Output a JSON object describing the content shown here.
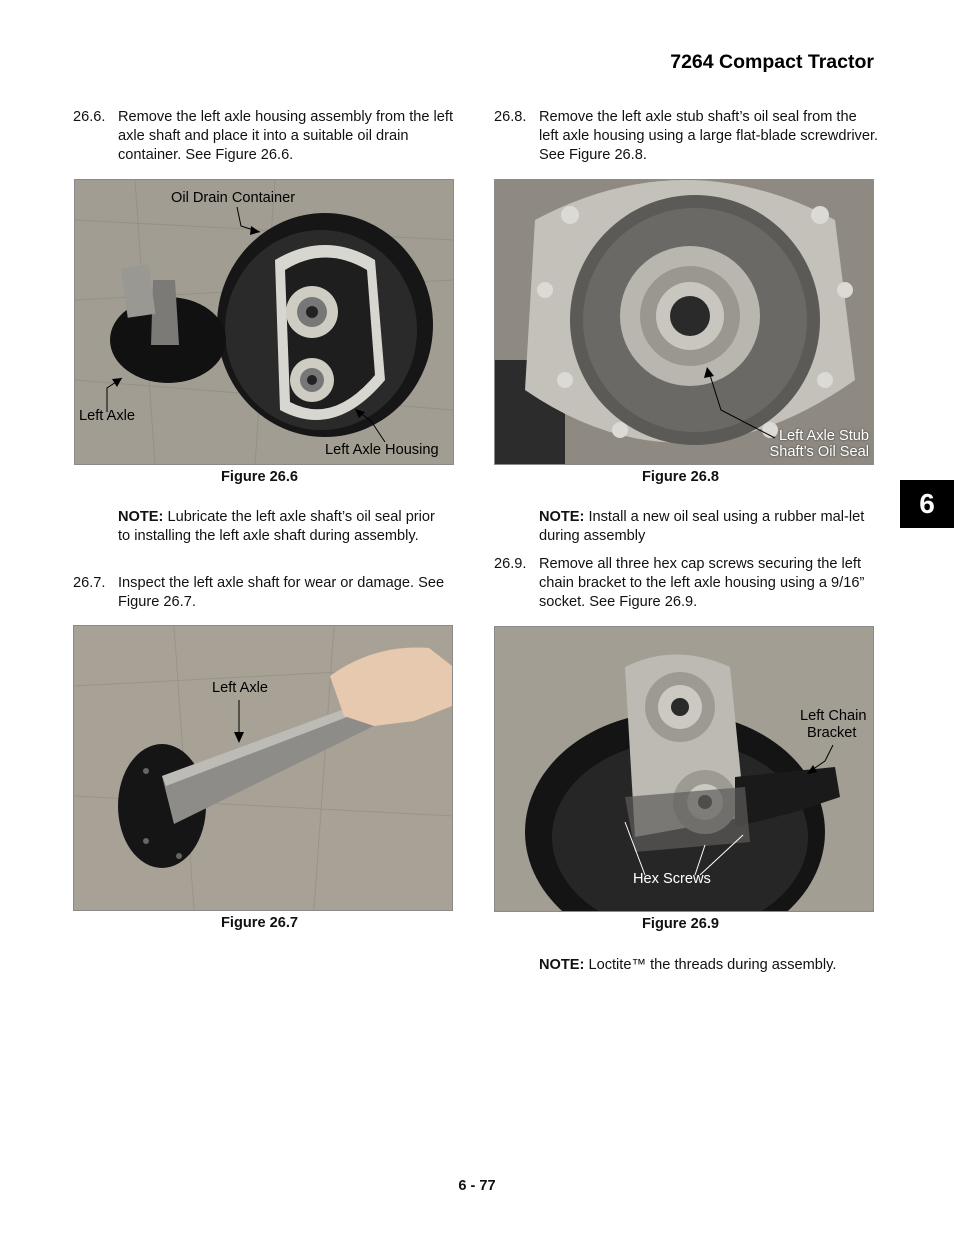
{
  "header": {
    "title": "7264 Compact Tractor"
  },
  "left_column": {
    "step_26_6": {
      "num": "26.6.",
      "text": "Remove the left axle housing assembly from the left axle shaft and place it into a suitable oil drain container. See Figure 26.6."
    },
    "figure_26_6": {
      "caption": "Figure 26.6",
      "labels": {
        "oil_drain": "Oil Drain Container",
        "left_axle": "Left Axle",
        "left_axle_housing": "Left Axle Housing"
      }
    },
    "note_1": {
      "label": "NOTE:",
      "text": " Lubricate the left axle shaft’s oil seal prior to installing the left axle shaft during assembly."
    },
    "step_26_7": {
      "num": "26.7.",
      "text": "Inspect the left axle shaft for wear or damage. See Figure 26.7."
    },
    "figure_26_7": {
      "caption": "Figure 26.7",
      "labels": {
        "left_axle": "Left Axle"
      }
    }
  },
  "right_column": {
    "step_26_8": {
      "num": "26.8.",
      "text": "Remove the left axle stub shaft’s oil seal from the left axle housing using a large flat-blade screwdriver. See Figure 26.8."
    },
    "figure_26_8": {
      "caption": "Figure 26.8",
      "labels": {
        "seal_line1": "Left Axle Stub",
        "seal_line2": "Shaft’s Oil Seal"
      }
    },
    "note_2": {
      "label": "NOTE:",
      "text": " Install a new oil seal using a rubber mal-let during assembly"
    },
    "step_26_9": {
      "num": "26.9.",
      "text": "Remove all three hex cap screws securing the left chain bracket to the left axle housing using a 9/16” socket. See Figure 26.9."
    },
    "figure_26_9": {
      "caption": "Figure 26.9",
      "labels": {
        "bracket_line1": "Left Chain",
        "bracket_line2": "Bracket",
        "hex_screws": "Hex Screws"
      }
    },
    "note_3": {
      "label": "NOTE:",
      "text": " Loctite™ the threads during assembly."
    }
  },
  "section_tab": {
    "number": "6"
  },
  "footer": {
    "page": "6 - 77"
  },
  "colors": {
    "floor": "#9b968c",
    "metal": "#b9b6b0",
    "dark_part": "#1c1c1c",
    "tab": "#000000"
  }
}
